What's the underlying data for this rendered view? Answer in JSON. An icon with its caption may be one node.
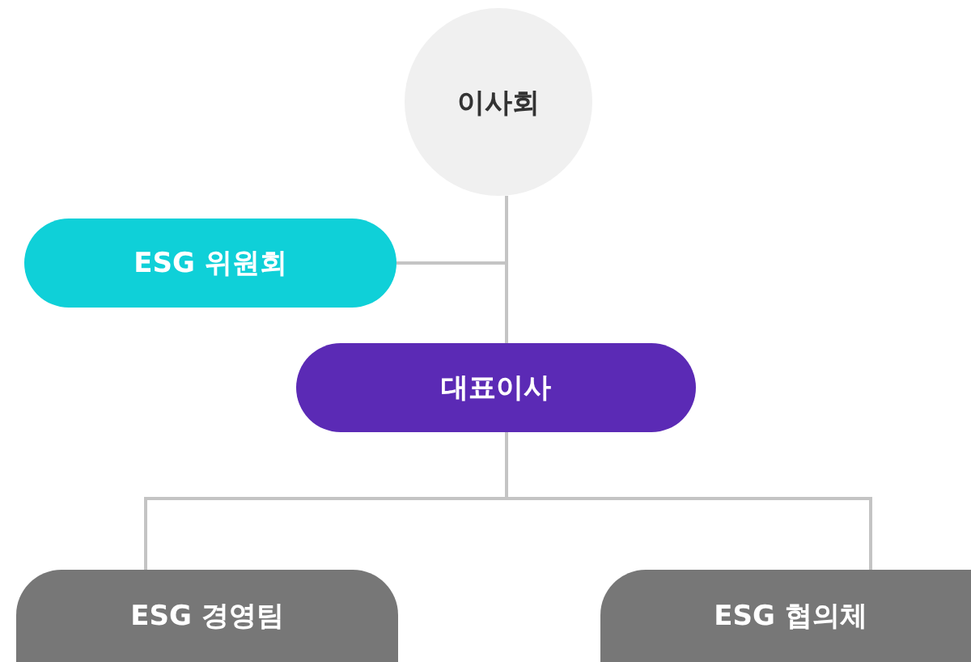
{
  "diagram": {
    "nodes": [
      {
        "text": [
          "이사회"
        ]
      },
      {
        "text": [
          "ESG 위원회"
        ]
      },
      {
        "text": [
          "대표이사"
        ]
      },
      {
        "text": [
          "ESG 경영팀"
        ]
      },
      {
        "text": [
          "ESG 협의체"
        ]
      }
    ],
    "edges": [
      {
        "from": 0,
        "to": 2,
        "arrow": "none"
      },
      {
        "from": 1,
        "to": 2,
        "arrow": "none"
      },
      {
        "from": 2,
        "to": 3,
        "arrow": "none"
      },
      {
        "from": 2,
        "to": 4,
        "arrow": "none"
      }
    ]
  }
}
